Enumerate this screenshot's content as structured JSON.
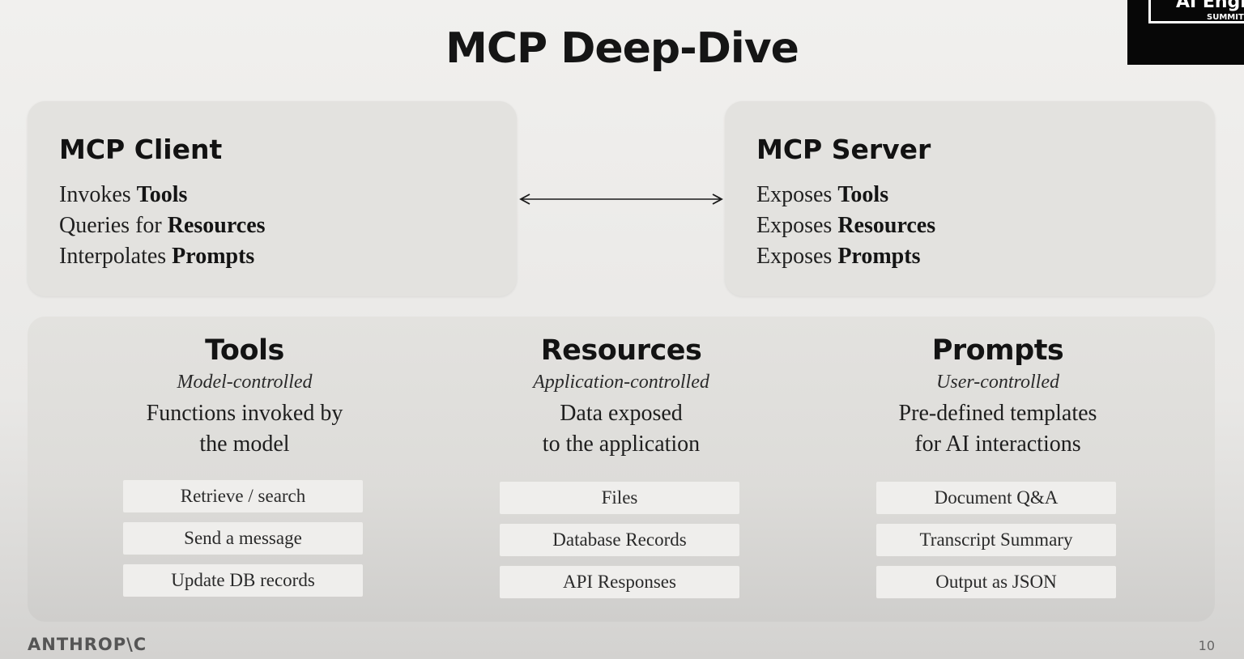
{
  "title": "MCP Deep-Dive",
  "event_logo": {
    "name": "AI Engin",
    "sub": "SUMMIT"
  },
  "client": {
    "heading": "MCP Client",
    "lines": [
      {
        "verb": "Invokes",
        "object": "Tools"
      },
      {
        "verb": "Queries for",
        "object": "Resources"
      },
      {
        "verb": "Interpolates",
        "object": "Prompts"
      }
    ]
  },
  "server": {
    "heading": "MCP Server",
    "lines": [
      {
        "verb": "Exposes",
        "object": "Tools"
      },
      {
        "verb": "Exposes",
        "object": "Resources"
      },
      {
        "verb": "Exposes",
        "object": "Prompts"
      }
    ]
  },
  "columns": [
    {
      "heading": "Tools",
      "control": "Model-controlled",
      "desc": [
        "Functions invoked by",
        "the model"
      ],
      "items": [
        "Retrieve / search",
        "Send a message",
        "Update DB records"
      ]
    },
    {
      "heading": "Resources",
      "control": "Application-controlled",
      "desc": [
        "Data exposed",
        "to the application"
      ],
      "items": [
        "Files",
        "Database Records",
        "API Responses"
      ]
    },
    {
      "heading": "Prompts",
      "control": "User-controlled",
      "desc": [
        "Pre-defined templates",
        "for AI interactions"
      ],
      "items": [
        "Document Q&A",
        "Transcript Summary",
        "Output as JSON"
      ]
    }
  ],
  "footer": {
    "brand": "ANTHROP\\C",
    "page": "10"
  },
  "colors": {
    "box": "#e3e2df",
    "item": "#efeeec",
    "text": "#1b1b1b",
    "logo_bg": "#070707"
  }
}
